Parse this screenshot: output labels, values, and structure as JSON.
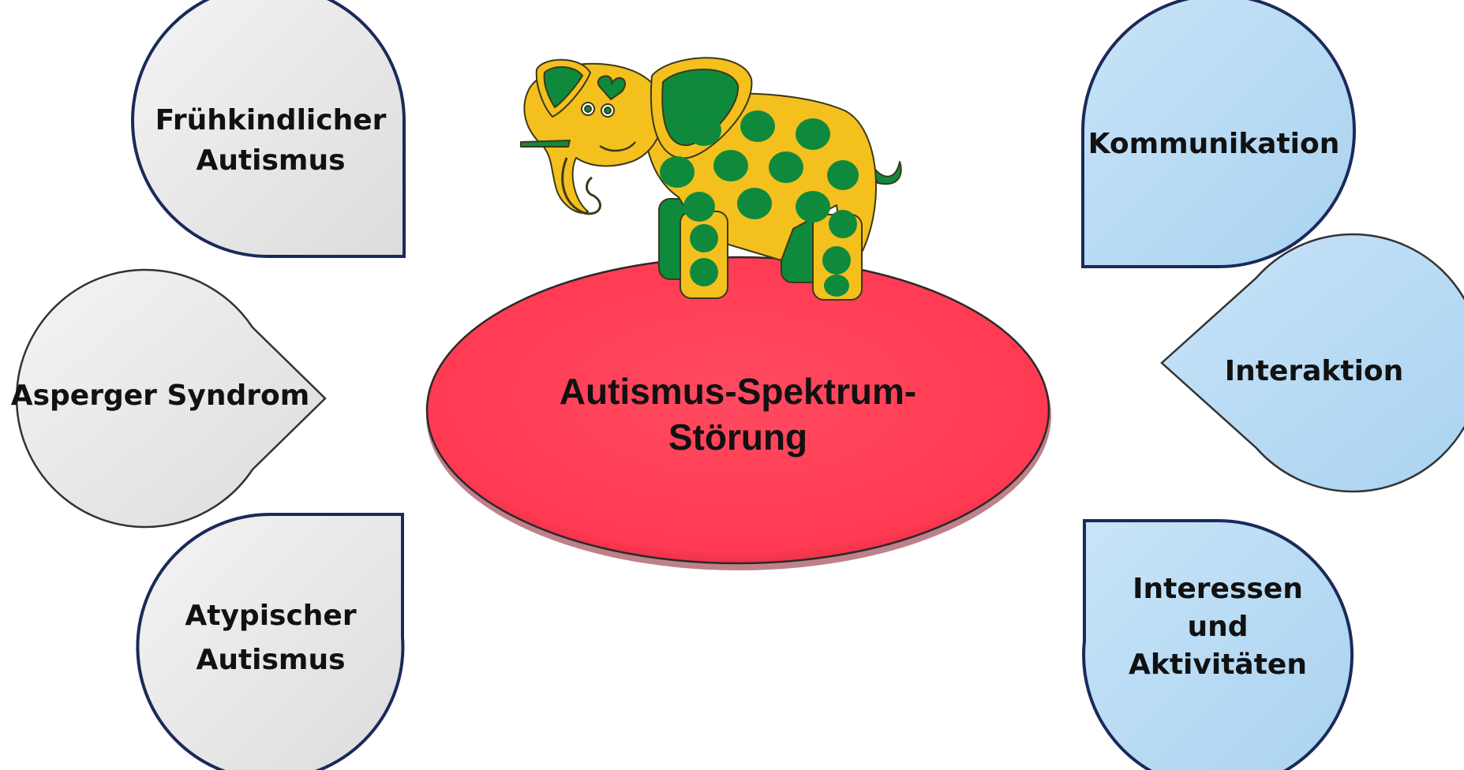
{
  "center": {
    "label_line1": "Autismus-Spektrum-",
    "label_line2": "Störung",
    "color": "#ff3b52"
  },
  "left_nodes": [
    {
      "lines": [
        "Frühkindlicher",
        "Autismus"
      ]
    },
    {
      "lines": [
        "Asperger Syndrom"
      ]
    },
    {
      "lines": [
        "Atypischer",
        "Autismus"
      ]
    }
  ],
  "right_nodes": [
    {
      "lines": [
        "Kommunikation"
      ]
    },
    {
      "lines": [
        "Interaktion"
      ]
    },
    {
      "lines": [
        "Interessen",
        "und",
        "Aktivitäten"
      ]
    }
  ],
  "colors": {
    "left_fill": "#e9e9e9",
    "right_fill": "#b9dcf5",
    "outline": "#1a2a5a",
    "elephant_body": "#f4c01e",
    "elephant_spots": "#0f8a3c"
  }
}
